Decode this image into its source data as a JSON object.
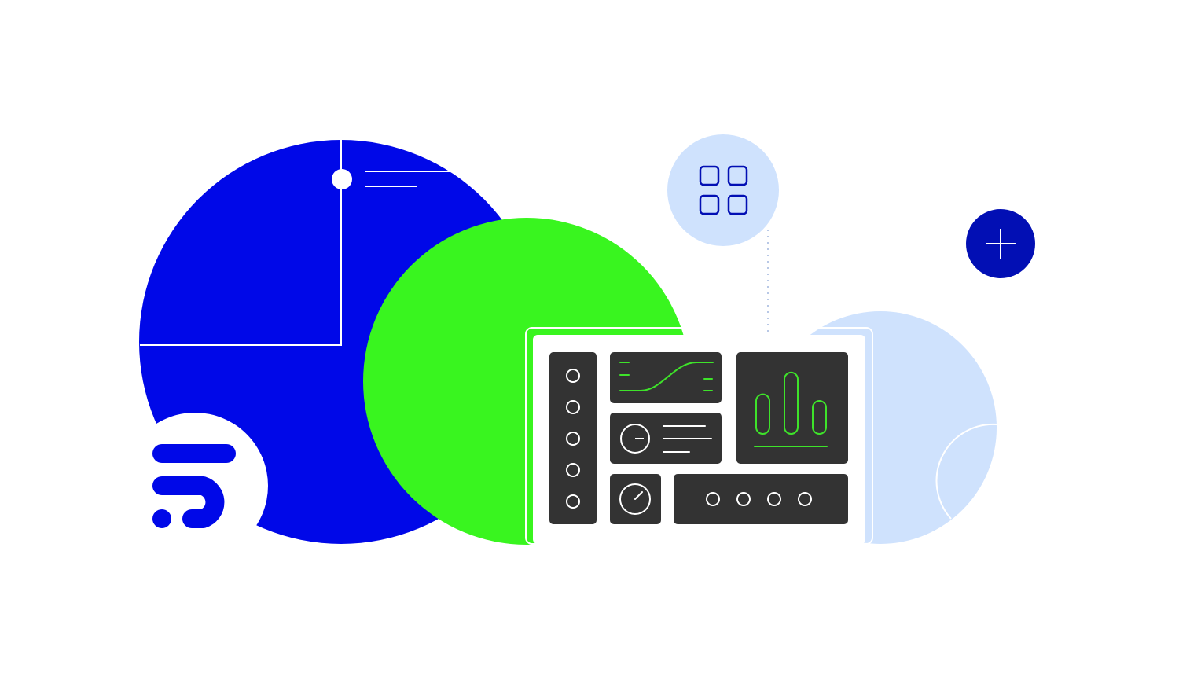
{
  "colors": {
    "background": "#ffffff",
    "blue": "#0008e8",
    "navy": "#020fb4",
    "green": "#39f51f",
    "light_blue": "#cfe2fd",
    "panel": "#333333",
    "accent_line": "#3ee32a",
    "stroke_white": "#ffffff"
  },
  "icons": {
    "logo": "brand-logo-icon",
    "apps": "apps-grid-icon",
    "add": "plus-icon",
    "gauge": "gauge-icon",
    "clock": "clock-dial-icon"
  },
  "dashboard": {
    "sidebar_knob_count": 5,
    "bottom_knob_count": 4,
    "bar_chart_relative_heights": [
      0.6,
      0.93,
      0.5
    ]
  }
}
